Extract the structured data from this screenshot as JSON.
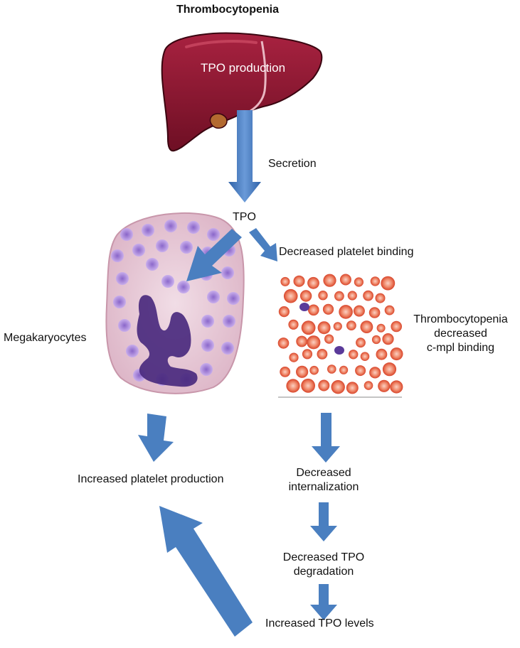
{
  "diagram": {
    "title": "Thrombocytopenia",
    "liver_label": "TPO production",
    "secretion_label": "Secretion",
    "tpo_label": "TPO",
    "decreased_binding_label": "Decreased platelet binding",
    "megakaryocytes_label": "Megakaryocytes",
    "thrombo_label_line1": "Thrombocytopenia",
    "thrombo_label_line2": "decreased",
    "thrombo_label_line3": "c-mpl binding",
    "increased_production_label": "Increased platelet production",
    "internalization_line1": "Decreased",
    "internalization_line2": "internalization",
    "degradation_line1": "Decreased TPO",
    "degradation_line2": "degradation",
    "increased_levels_label": "Increased TPO levels"
  },
  "colors": {
    "arrow": "#4a7fc0",
    "liver": "#8a1630",
    "cell_fill": "#ead2dc",
    "nucleus": "#4a2a7e",
    "granule": "#a98ad8",
    "rbc": "#e8553a"
  }
}
